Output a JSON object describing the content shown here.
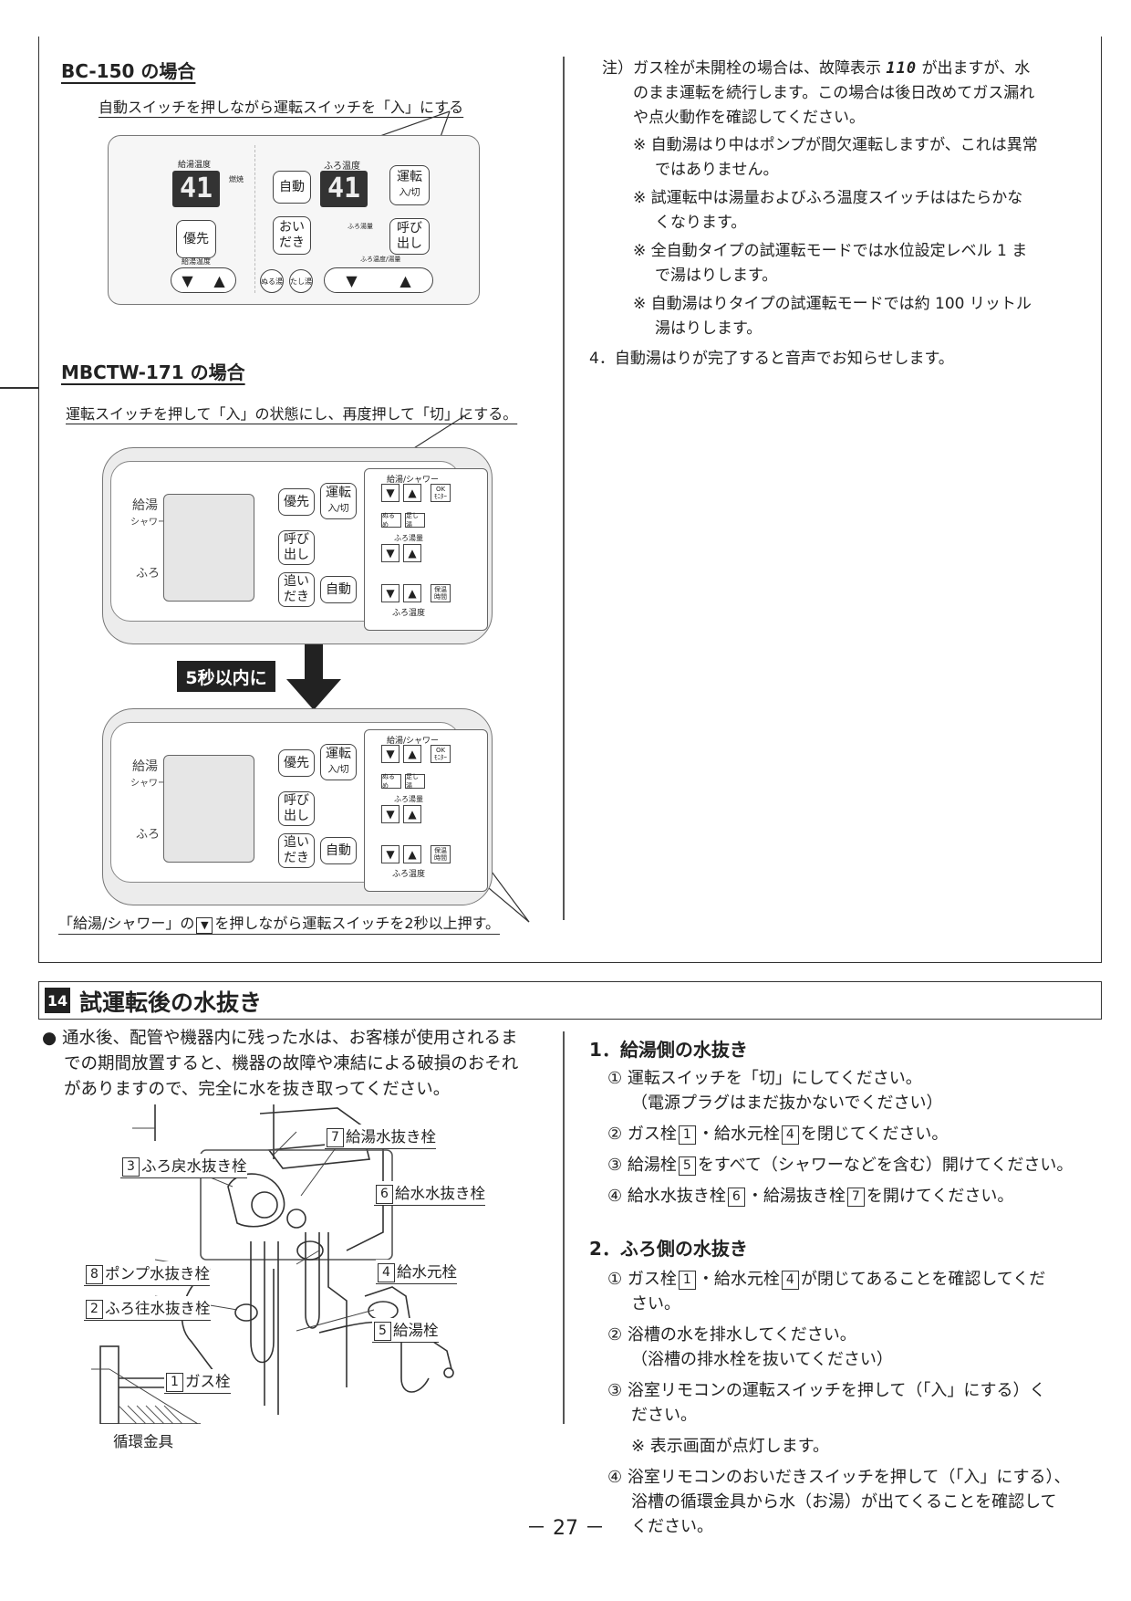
{
  "top_left": {
    "bc150": {
      "heading": "BC-150 の場合",
      "caption": "自動スイッチを押しながら運転スイッチを「入」にする",
      "remote": {
        "kyuto_label": "給湯温度",
        "kyuto_value": "41",
        "nensho_label": "燃焼",
        "jido": "自動",
        "furo_label": "ふろ温度",
        "furo_value": "41",
        "unten_line1": "運転",
        "unten_line2": "入/切",
        "yusen": "優先",
        "oidaki_line1": "おい",
        "oidaki_line2": "だき",
        "furo_yuryo": "ふろ湯量",
        "yobidashi_line1": "呼び",
        "yobidashi_line2": "出し",
        "kyuto_ondo_small": "給湯温度",
        "nurumeyu": "ぬる湯",
        "tashiyu": "たし湯",
        "furo_ondo_yuryo": "ふろ温度/湯量"
      }
    },
    "mbctw": {
      "heading": "MBCTW-171 の場合",
      "caption": "運転スイッチを押して「入」の状態にし、再度押して「切」にする。",
      "remote": {
        "kyuto": "給湯",
        "shower": "シャワー",
        "furo": "ふろ",
        "yusen": "優先",
        "unten_line1": "運転",
        "unten_line2": "入/切",
        "yobidashi_line1": "呼び",
        "yobidashi_line2": "出し",
        "oidaki_line1": "追い",
        "oidaki_line2": "だき",
        "jido": "自動",
        "kyuto_shower_label": "給湯/シャワー",
        "ok_line1": "OK",
        "ok_line2": "ﾓﾆﾀｰ",
        "nurume": "ぬるめ",
        "tashiyu": "足し湯",
        "furo_yuryo": "ふろ湯量",
        "furo_ondo": "ふろ温度",
        "hoon_line1": "保温",
        "hoon_line2": "時間",
        "up": "▲",
        "down": "▼"
      },
      "within": "5秒以内に",
      "bottom_caption_pre": "「給湯/シャワー」の",
      "bottom_caption_post": "を押しながら運転スイッチを2秒以上押す。"
    }
  },
  "top_right": {
    "note_prefix": "注）",
    "note_pre": "ガス栓が未開栓の場合は、故障表示",
    "error_code": "110",
    "note_line1_tail": "が出ますが、水",
    "note_line2": "のまま運転を続行します。この場合は後日改めてガス漏れ",
    "note_line3": "や点火動作を確認してください。",
    "remarks": [
      {
        "l1": "※ 自動湯はり中はポンプが間欠運転しますが、これは異常",
        "l2": "ではありません。"
      },
      {
        "l1": "※ 試運転中は湯量およびふろ温度スイッチははたらかな",
        "l2": "くなります。"
      },
      {
        "l1": "※ 全自動タイプの試運転モードでは水位設定レベル 1 ま",
        "l2": "で湯はりします。"
      },
      {
        "l1": "※ 自動湯はりタイプの試運転モードでは約 100 リットル",
        "l2": "湯はりします。"
      }
    ],
    "step4": "4．自動湯はりが完了すると音声でお知らせします。"
  },
  "section14": {
    "number": "14",
    "title": "試運転後の水抜き",
    "intro_l1": "● 通水後、配管や機器内に残った水は、お客様が使用されるま",
    "intro_l2": "での期間放置すると、機器の故障や凍結による破損のおそれ",
    "intro_l3": "がありますので、完全に水を抜き取ってください。",
    "labels": {
      "n7": "7",
      "t7": "給湯水抜き栓",
      "n3": "3",
      "t3": "ふろ戻水抜き栓",
      "n6": "6",
      "t6": "給水水抜き栓",
      "n8": "8",
      "t8": "ポンプ水抜き栓",
      "n4": "4",
      "t4": "給水元栓",
      "n2": "2",
      "t2": "ふろ往水抜き栓",
      "n5": "5",
      "t5": "給湯栓",
      "n1": "1",
      "t1": "ガス栓",
      "junkan": "循環金具"
    },
    "kyuto_side": {
      "heading": "1．給湯側の水抜き",
      "s1a": "① 運転スイッチを「切」にしてください。",
      "s1b": "（電源プラグはまだ抜かないでください）",
      "s2_pre": "② ガス栓",
      "s2_n1": "1",
      "s2_mid": "・給水元栓",
      "s2_n2": "4",
      "s2_post": "を閉じてください。",
      "s3_pre": "③ 給湯栓",
      "s3_n": "5",
      "s3_post": "をすべて（シャワーなどを含む）開けてください。",
      "s4_pre": "④ 給水水抜き栓",
      "s4_n1": "6",
      "s4_mid": "・給湯抜き栓",
      "s4_n2": "7",
      "s4_post": "を開けてください。"
    },
    "furo_side": {
      "heading": "2．ふろ側の水抜き",
      "s1_pre": "① ガス栓",
      "s1_n1": "1",
      "s1_mid": "・給水元栓",
      "s1_n2": "4",
      "s1_post": "が閉じてあることを確認してくだ",
      "s1_l2": "さい。",
      "s2a": "② 浴槽の水を排水してください。",
      "s2b": "（浴槽の排水栓を抜いてください）",
      "s3a": "③ 浴室リモコンの運転スイッチを押して（「入」にする）く",
      "s3b": "ださい。",
      "s3_note": "※ 表示画面が点灯します。",
      "s4a": "④ 浴室リモコンのおいだきスイッチを押して（「入」にする）、",
      "s4b": "浴槽の循環金具から水（お湯）が出てくることを確認して",
      "s4c": "ください。"
    }
  },
  "footer": {
    "page": "－ 27 －"
  }
}
